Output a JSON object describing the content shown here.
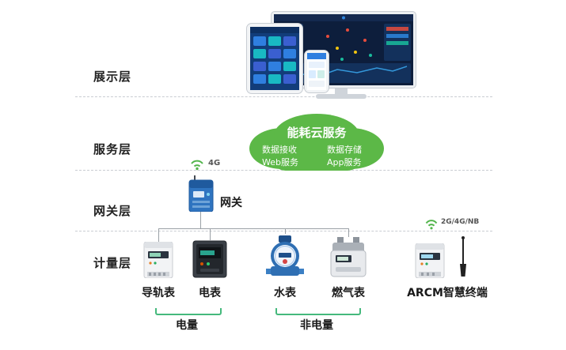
{
  "colors": {
    "cloud_green": "#5cb847",
    "gateway_blue": "#2f74c0",
    "bracket_green": "#45b97c",
    "wifi_green": "#52b54b",
    "connector_gray": "#9aa0a6"
  },
  "layers": [
    {
      "label": "展示层"
    },
    {
      "label": "服务层"
    },
    {
      "label": "网关层"
    },
    {
      "label": "计量层"
    }
  ],
  "cloud": {
    "title": "能耗云服务",
    "left_items": [
      "数据接收",
      "Web服务"
    ],
    "right_items": [
      "数据存储",
      "App服务"
    ]
  },
  "gateway": {
    "label": "网关",
    "signal": "4G"
  },
  "metering": {
    "devices": [
      {
        "label": "导轨表"
      },
      {
        "label": "电表"
      },
      {
        "label": "水表"
      },
      {
        "label": "燃气表"
      },
      {
        "label": "ARCM智慧终端",
        "signal": "2G/4G/NB"
      }
    ],
    "groups": [
      {
        "label": "电量"
      },
      {
        "label": "非电量"
      }
    ]
  }
}
